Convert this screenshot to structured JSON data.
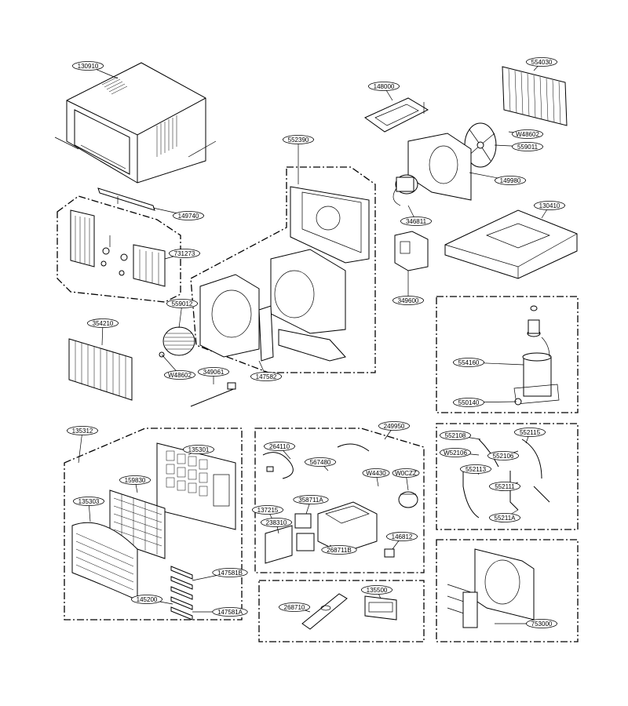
{
  "callouts": [
    {
      "id": "c-130910",
      "label": "130910"
    },
    {
      "id": "c-554030",
      "label": "554030"
    },
    {
      "id": "c-148000",
      "label": "148000"
    },
    {
      "id": "c-w48602a",
      "label": "W48602"
    },
    {
      "id": "c-559011",
      "label": "559011"
    },
    {
      "id": "c-552390",
      "label": "552390"
    },
    {
      "id": "c-149980",
      "label": "149980"
    },
    {
      "id": "c-149740",
      "label": "149740"
    },
    {
      "id": "c-130410",
      "label": "130410"
    },
    {
      "id": "c-346811",
      "label": "346811"
    },
    {
      "id": "c-731273",
      "label": "731273"
    },
    {
      "id": "c-349600",
      "label": "349600"
    },
    {
      "id": "c-559012",
      "label": "559012"
    },
    {
      "id": "c-354210",
      "label": "354210"
    },
    {
      "id": "c-554160",
      "label": "554160"
    },
    {
      "id": "c-w48602b",
      "label": "W48602"
    },
    {
      "id": "c-349061",
      "label": "349061"
    },
    {
      "id": "c-147582",
      "label": "147582"
    },
    {
      "id": "c-550140",
      "label": "550140"
    },
    {
      "id": "c-135312",
      "label": "135312"
    },
    {
      "id": "c-249950",
      "label": "249950"
    },
    {
      "id": "c-552108",
      "label": "552108"
    },
    {
      "id": "c-552115",
      "label": "552115"
    },
    {
      "id": "c-135301",
      "label": "135301"
    },
    {
      "id": "c-264110",
      "label": "264110"
    },
    {
      "id": "c-w52106",
      "label": "W52106"
    },
    {
      "id": "c-552106",
      "label": "552106"
    },
    {
      "id": "c-567480",
      "label": "567480"
    },
    {
      "id": "c-552113",
      "label": "552113"
    },
    {
      "id": "c-159830",
      "label": "159830"
    },
    {
      "id": "c-w4430",
      "label": "W4430"
    },
    {
      "id": "c-w0cz2",
      "label": "W0CZZ"
    },
    {
      "id": "c-552111",
      "label": "552111"
    },
    {
      "id": "c-135303",
      "label": "135303"
    },
    {
      "id": "c-358711a",
      "label": "358711A"
    },
    {
      "id": "c-137215",
      "label": "137215"
    },
    {
      "id": "c-552114",
      "label": "55211A"
    },
    {
      "id": "c-238310",
      "label": "238310"
    },
    {
      "id": "c-146812",
      "label": "146812"
    },
    {
      "id": "c-268711b",
      "label": "268711B"
    },
    {
      "id": "c-147581b",
      "label": "147581B"
    },
    {
      "id": "c-145200",
      "label": "145200"
    },
    {
      "id": "c-147581a",
      "label": "147581A"
    },
    {
      "id": "c-268710",
      "label": "268710"
    },
    {
      "id": "c-135500",
      "label": "135500"
    },
    {
      "id": "c-753000",
      "label": "753000"
    }
  ]
}
